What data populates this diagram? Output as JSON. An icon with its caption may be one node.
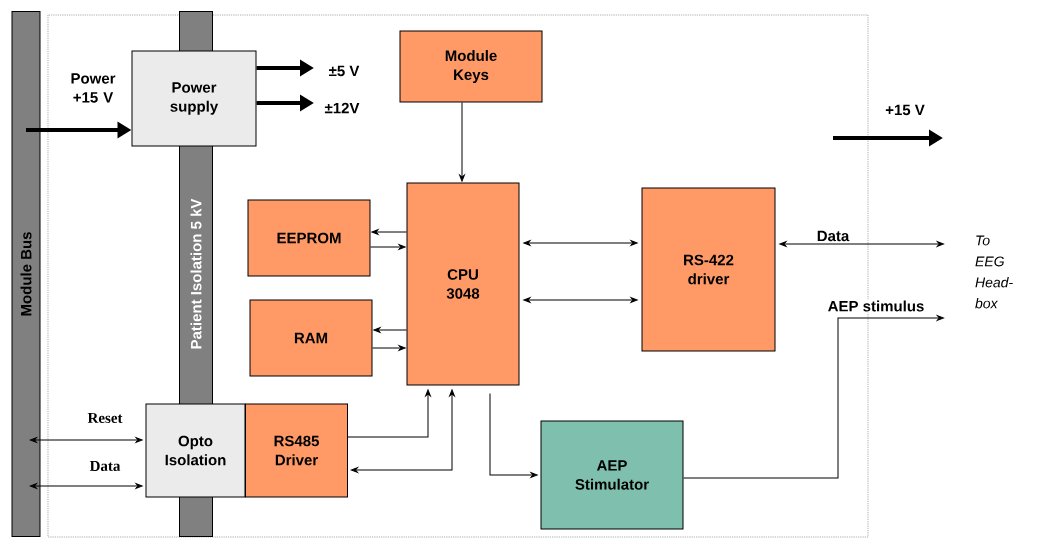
{
  "diagram": {
    "nodes": [
      {
        "text": [
          "Module Bus"
        ]
      },
      {
        "text": [
          "Patient Isolation 5 kV"
        ]
      },
      {
        "text": [
          "Power supply"
        ]
      },
      {
        "text": [
          "Module Keys"
        ]
      },
      {
        "text": [
          "CPU 3048"
        ]
      },
      {
        "text": [
          "EEPROM"
        ]
      },
      {
        "text": [
          "RAM"
        ]
      },
      {
        "text": [
          "Opto Isolation"
        ]
      },
      {
        "text": [
          "RS485 Driver"
        ]
      },
      {
        "text": [
          "RS-422 driver"
        ]
      },
      {
        "text": [
          "AEP Stimulator"
        ]
      },
      {
        "text": [
          "To EEG Head-box"
        ]
      }
    ],
    "edges": [
      {
        "from": 0,
        "to": 2,
        "arrow": "to",
        "label": "Power +15 V",
        "style": "thick"
      },
      {
        "from": 2,
        "to": null,
        "arrow": "to",
        "label": "±5 V",
        "style": "thick"
      },
      {
        "from": 2,
        "to": null,
        "arrow": "to",
        "label": "±12V",
        "style": "thick"
      },
      {
        "from": 3,
        "to": 4,
        "arrow": "to"
      },
      {
        "from": 4,
        "to": 5,
        "arrow": "to"
      },
      {
        "from": 5,
        "to": 4,
        "arrow": "to"
      },
      {
        "from": 4,
        "to": 6,
        "arrow": "to"
      },
      {
        "from": 6,
        "to": 4,
        "arrow": "to"
      },
      {
        "from": 4,
        "to": 9,
        "arrow": "both"
      },
      {
        "from": 4,
        "to": 9,
        "arrow": "both"
      },
      {
        "from": 9,
        "to": 11,
        "arrow": "both",
        "label": "Data"
      },
      {
        "from": 10,
        "to": 11,
        "arrow": "to",
        "label": "AEP stimulus"
      },
      {
        "from": 0,
        "to": 7,
        "arrow": "both",
        "label": "Reset"
      },
      {
        "from": 0,
        "to": 7,
        "arrow": "both",
        "label": "Data"
      },
      {
        "from": 8,
        "to": 4,
        "arrow": "to"
      },
      {
        "from": 4,
        "to": 8,
        "arrow": "both"
      },
      {
        "from": 4,
        "to": 10,
        "arrow": "to"
      }
    ],
    "labels": [
      "+15 V"
    ]
  }
}
